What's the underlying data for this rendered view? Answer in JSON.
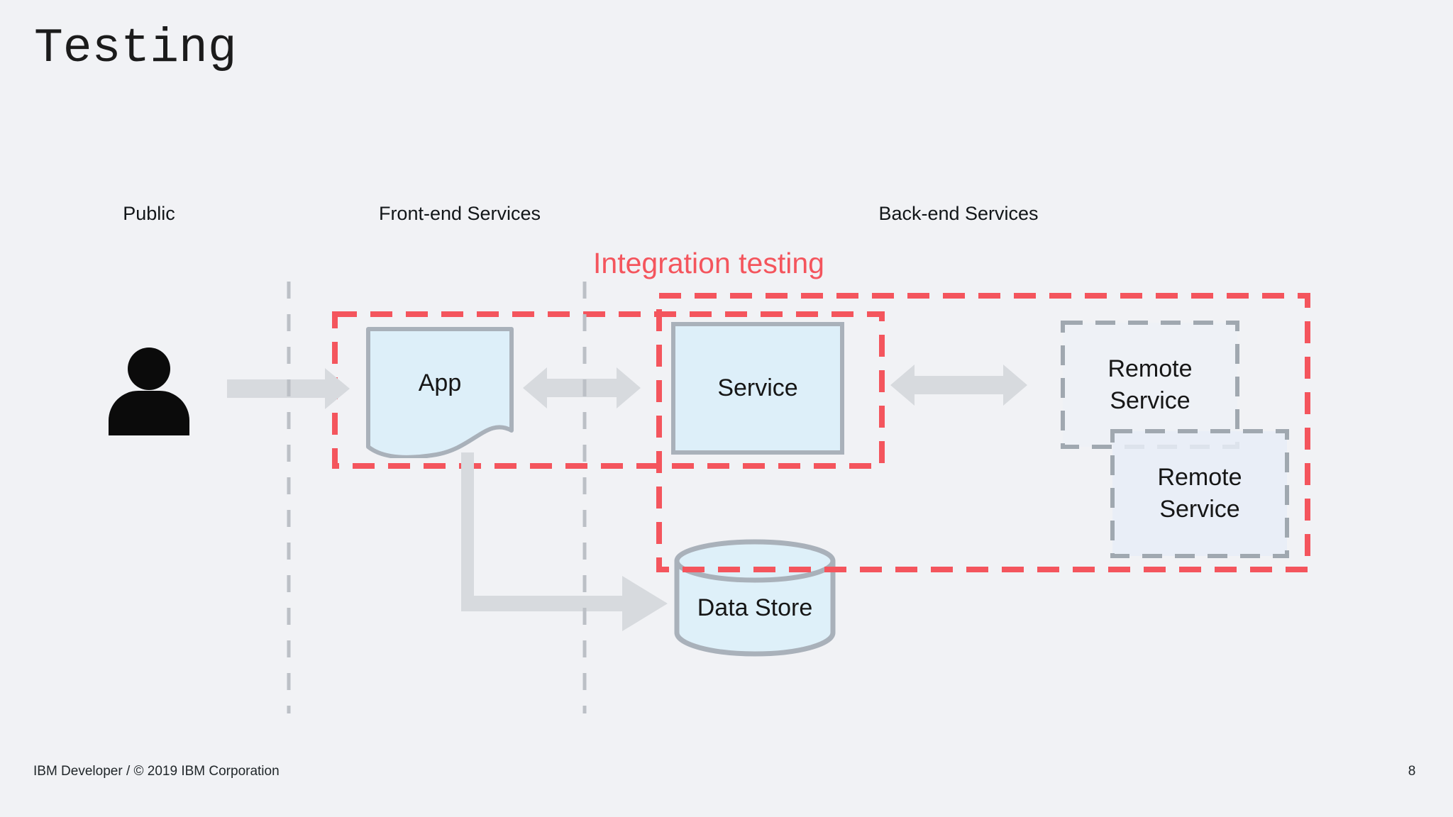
{
  "slide": {
    "title": "Testing"
  },
  "columns": {
    "public": "Public",
    "frontend": "Front-end Services",
    "backend": "Back-end Services"
  },
  "annotations": {
    "integration": "Integration testing"
  },
  "nodes": {
    "app": "App",
    "service": "Service",
    "remote_service_1": "Remote\nService",
    "remote_service_2": "Remote\nService",
    "datastore": "Data Store"
  },
  "footer": {
    "left": "IBM Developer / © 2019 IBM Corporation",
    "page": "8"
  },
  "colors": {
    "background": "#f1f2f5",
    "accent_red": "#f4555d",
    "node_fill_blue": "#ddeff9",
    "node_border_gray": "#a9b1ba",
    "arrow_gray": "#d7dade",
    "lane_divider_gray": "#bcc0c6",
    "remote_dash_gray": "#a0a8b0",
    "text": "#161616"
  }
}
